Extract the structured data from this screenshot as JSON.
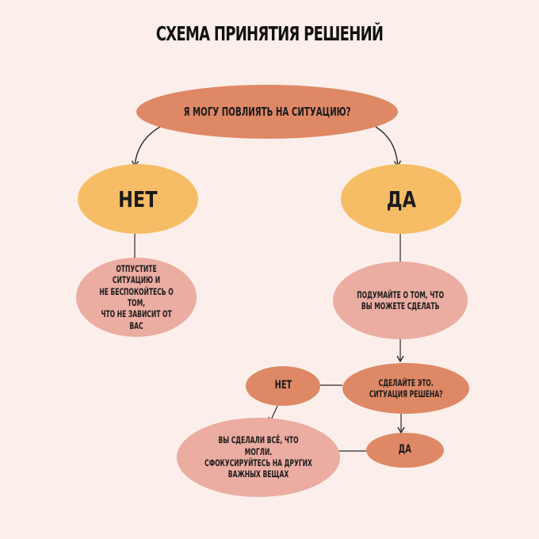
{
  "title": "СХЕМА ПРИНЯТИЯ РЕШЕНИЙ",
  "colors": {
    "background": "#fcefeb",
    "question": "#df8866",
    "answer_primary": "#f7bd66",
    "advice": "#ebaca2",
    "line": "#2a2a2a"
  },
  "nodes": {
    "question": "Я МОГУ ПОВЛИЯТЬ НА СИТУАЦИЮ?",
    "no": "НЕТ",
    "yes": "ДА",
    "let_go": "ОТПУСТИТЕ СИТУАЦИЮ И\nНЕ БЕСПОКОЙТЕСЬ О ТОМ,\nЧТО НЕ ЗАВИСИТ ОТ ВАС",
    "think": "ПОДУМАЙТЕ О ТОМ, ЧТО\nВЫ МОЖЕТЕ СДЕЛАТЬ",
    "solved": "СДЕЛАЙТЕ ЭТО.\nСИТУАЦИЯ РЕШЕНА?",
    "no2": "НЕТ",
    "yes2": "ДА",
    "focus": "ВЫ СДЕЛАЛИ ВСЁ, ЧТО МОГЛИ.\nСФОКУСИРУЙТЕСЬ НА ДРУГИХ\nВАЖНЫХ ВЕЩАХ"
  },
  "edges": [
    {
      "from": "question",
      "to": "no"
    },
    {
      "from": "question",
      "to": "yes"
    },
    {
      "from": "no",
      "to": "let_go"
    },
    {
      "from": "yes",
      "to": "think"
    },
    {
      "from": "think",
      "to": "solved"
    },
    {
      "from": "solved",
      "to": "no2"
    },
    {
      "from": "solved",
      "to": "yes2"
    },
    {
      "from": "no2",
      "to": "focus"
    },
    {
      "from": "yes2",
      "to": "focus"
    }
  ]
}
